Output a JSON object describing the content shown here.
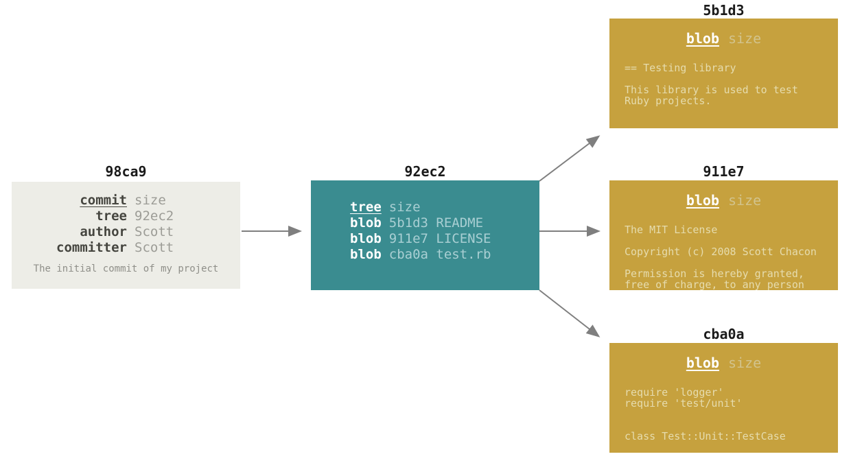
{
  "colors": {
    "commit_box_bg": "#EDEDE7",
    "tree_box_bg": "#3A8C90",
    "blob_box_bg": "#C6A13E",
    "arrow": "#7F7F7F",
    "label_text": "#1A1A1A",
    "commit_keyword": "#45453F",
    "commit_value": "#9C9C96",
    "tree_value": "#A9CFD3",
    "blob_body_text": "#E6DCAE",
    "keyword_white": "#FFFFFF"
  },
  "commit": {
    "id": "98ca9",
    "rows": [
      {
        "key": "commit",
        "value": "size"
      },
      {
        "key": "tree",
        "value": "92ec2"
      },
      {
        "key": "author",
        "value": "Scott"
      },
      {
        "key": "committer",
        "value": "Scott"
      }
    ],
    "note": "The initial commit of my project"
  },
  "tree": {
    "id": "92ec2",
    "rows": [
      {
        "key": "tree",
        "value": "size"
      },
      {
        "key": "blob",
        "value": "5b1d3 README"
      },
      {
        "key": "blob",
        "value": "911e7 LICENSE"
      },
      {
        "key": "blob",
        "value": "cba0a test.rb"
      }
    ]
  },
  "blobs": [
    {
      "id": "5b1d3",
      "type_label": "blob",
      "size_label": "size",
      "body": "== Testing library\n\nThis library is used to test\nRuby projects."
    },
    {
      "id": "911e7",
      "type_label": "blob",
      "size_label": "size",
      "body": "The MIT License\n\nCopyright (c) 2008 Scott Chacon\n\nPermission is hereby granted,\nfree of charge, to any person"
    },
    {
      "id": "cba0a",
      "type_label": "blob",
      "size_label": "size",
      "body": "require 'logger'\nrequire 'test/unit'\n\n\nclass Test::Unit::TestCase"
    }
  ]
}
